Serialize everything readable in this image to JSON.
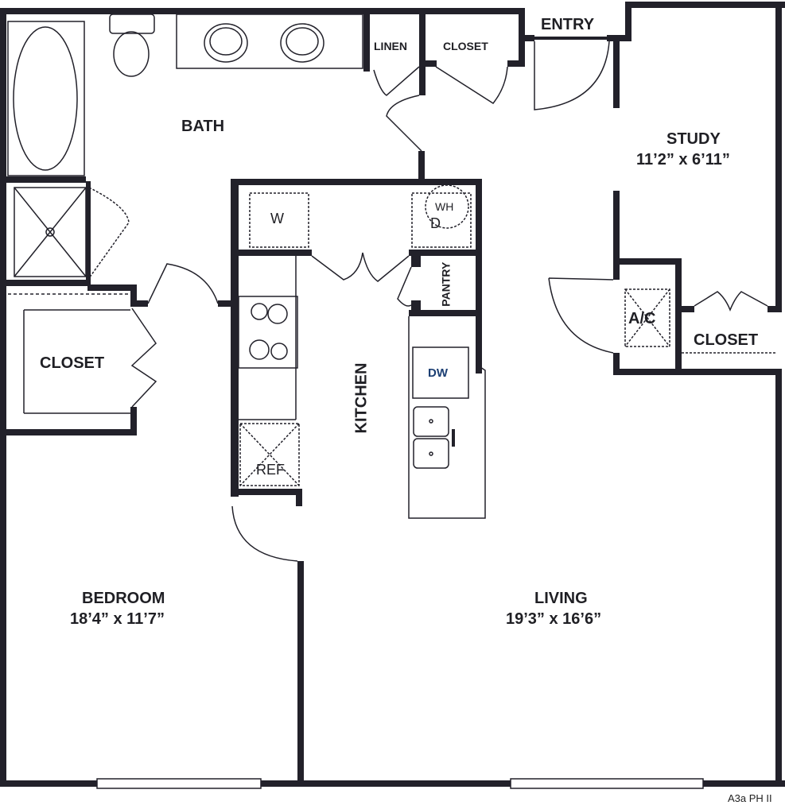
{
  "plan": {
    "code": "A3a PH II",
    "wall_color": "#22212a",
    "accent_color": "#1c3f73",
    "rooms": {
      "bath": {
        "name": "BATH"
      },
      "entry": {
        "name": "ENTRY"
      },
      "linen": {
        "name": "LINEN"
      },
      "entry_closet": {
        "name": "CLOSET"
      },
      "study": {
        "name": "STUDY",
        "dims": "11’2” x 6’11”"
      },
      "bedroom_closet": {
        "name": "CLOSET"
      },
      "kitchen": {
        "name": "KITCHEN"
      },
      "pantry": {
        "name": "PANTRY"
      },
      "ac": {
        "name": "A/C"
      },
      "study_closet": {
        "name": "CLOSET"
      },
      "bedroom": {
        "name": "BEDROOM",
        "dims": "18’4” x 11’7”"
      },
      "living": {
        "name": "LIVING",
        "dims": "19’3” x 16’6”"
      }
    },
    "appliances": {
      "washer": "W",
      "water_heater": "WH",
      "dryer": "D",
      "dishwasher": "DW",
      "refrigerator": "REF"
    }
  }
}
